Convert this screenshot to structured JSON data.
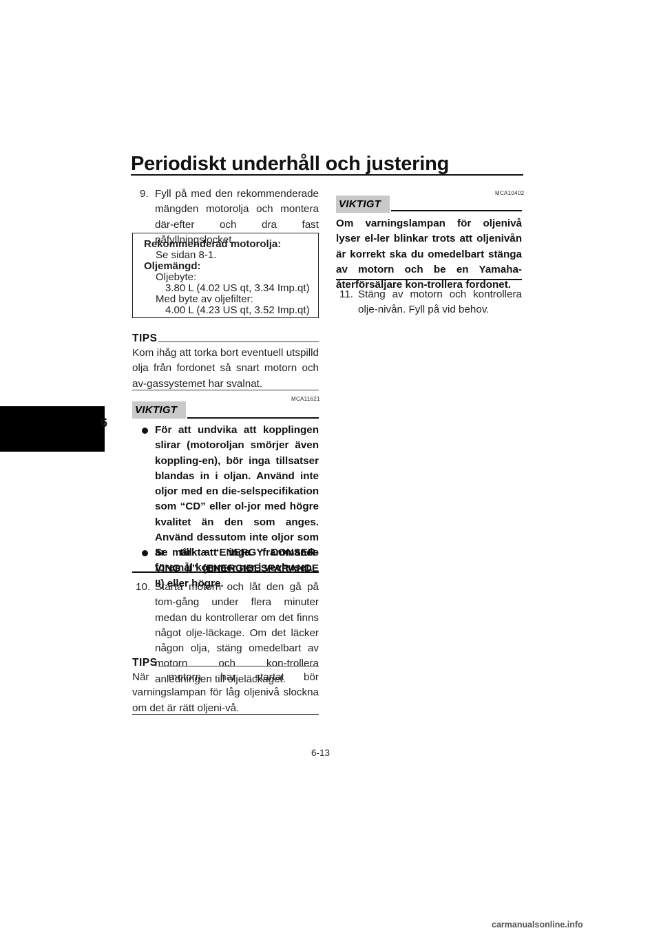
{
  "header": {
    "title": "Periodiskt underhåll och justering",
    "chapter": "6"
  },
  "left_column": {
    "step9": {
      "number": "9.",
      "text": "Fyll på med den rekommenderade mängden motorolja och montera där-efter och dra fast påfyllningslocket."
    },
    "spec_box": {
      "rec_oil_label": "Rekommenderad motorolja:",
      "rec_oil_value": "Se sidan 8-1.",
      "quantity_label": "Oljemängd:",
      "oil_change_label": "Oljebyte:",
      "oil_change_value": "3.80 L (4.02 US qt, 3.34 Imp.qt)",
      "filter_change_label": "Med byte av oljefilter:",
      "filter_change_value": "4.00 L (4.23 US qt, 3.52 Imp.qt)"
    },
    "tips1": {
      "heading": "TIPS",
      "text": "Kom ihåg att torka bort eventuell utspilld olja från fordonet så snart motorn och av-gassystemet har svalnat."
    },
    "viktigt1": {
      "code": "MCA11621",
      "badge": "VIKTIGT",
      "bullets": [
        "För att undvika att kopplingen slirar (motoroljan smörjer även koppling-en), bör inga tillsatser blandas in i oljan. Använd inte oljor med en die-selspecifikation som “CD” eller ol-jor med högre kvalitet än den som anges. Använd dessutom inte oljor som är märkta “ENERGY CONSER-VING II” (ENERGIBESPARANDE II) eller högre.",
        "Se till att inga främmande föremål kommer ner i vevhuset."
      ]
    },
    "step10": {
      "number": "10.",
      "text": "Starta motorn och låt den gå på tom-gång under flera minuter medan du kontrollerar om det finns något olje-läckage. Om det läcker någon olja, stäng omedelbart av motorn och kon-trollera anledningen till oljeläckaget."
    },
    "tips2": {
      "heading": "TIPS",
      "text": "När motorn har startat bör varningslampan för låg oljenivå slockna om det är rätt oljeni-vå."
    }
  },
  "right_column": {
    "viktigt2": {
      "code": "MCA10402",
      "badge": "VIKTIGT",
      "text": "Om varningslampan för oljenivå lyser el-ler blinkar trots att oljenivån är korrekt ska du omedelbart stänga av motorn och be en Yamaha-återförsäljare kon-trollera fordonet."
    },
    "step11": {
      "number": "11.",
      "text": "Stäng av motorn och kontrollera olje-nivån. Fyll på vid behov."
    }
  },
  "footer": {
    "page_number": "6-13",
    "watermark": "carmanualsonline.info"
  }
}
